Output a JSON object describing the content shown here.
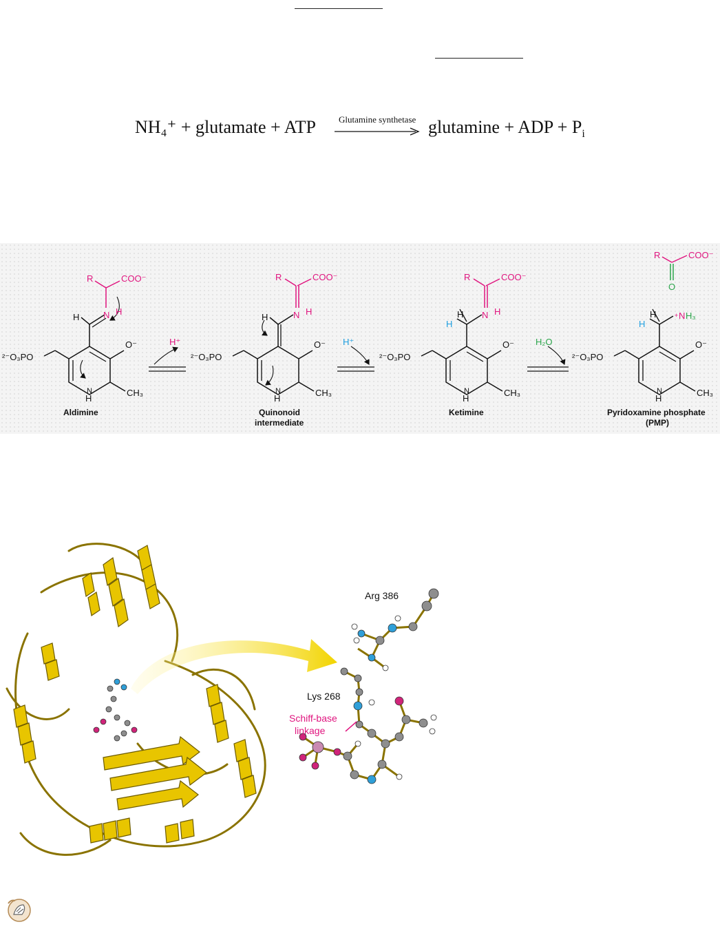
{
  "equation": {
    "left": "NH₄⁺ + glutamate + ATP",
    "enzyme": "Glutamine synthetase",
    "right_main": "glutamine + ADP + P",
    "right_sub": "i"
  },
  "mechanism": {
    "structures": [
      {
        "name": "Aldimine",
        "label_lines": [
          "Aldimine"
        ]
      },
      {
        "name": "Quinonoid intermediate",
        "label_lines": [
          "Quinonoid",
          "intermediate"
        ]
      },
      {
        "name": "Ketimine",
        "label_lines": [
          "Ketimine"
        ]
      },
      {
        "name": "Pyridoxamine phosphate (PMP)",
        "label_lines": [
          "Pyridoxamine phosphate",
          "(PMP)"
        ]
      }
    ],
    "arrows": [
      {
        "reagent": "H⁺"
      },
      {
        "reagent": "H⁺"
      },
      {
        "reagent": "H₂O"
      }
    ],
    "atoms": {
      "phosphate": "²⁻O₃PO",
      "ring_nh": "H",
      "methyl": "CH₃",
      "phenolate": "O⁻",
      "carboxylate": "COO⁻",
      "r_group": "R",
      "imine_n": "N",
      "amine": "NH₃",
      "oxygen": "O"
    }
  },
  "structure_view": {
    "labels": {
      "arg": "Arg 386",
      "lys": "Lys 268",
      "schiff_line1": "Schiff-base",
      "schiff_line2": "linkage"
    }
  },
  "colors": {
    "helix": "#e8c500",
    "helix_dark": "#8a7300",
    "carbon": "#8e8e8e",
    "nitrogen": "#2f9fd8",
    "oxygen": "#d0247a",
    "phosphorus": "#c98ab2",
    "accent": "#e0157f",
    "blue": "#1e9fe0",
    "green": "#2aa44a"
  },
  "icons": [
    "animation-icon"
  ]
}
